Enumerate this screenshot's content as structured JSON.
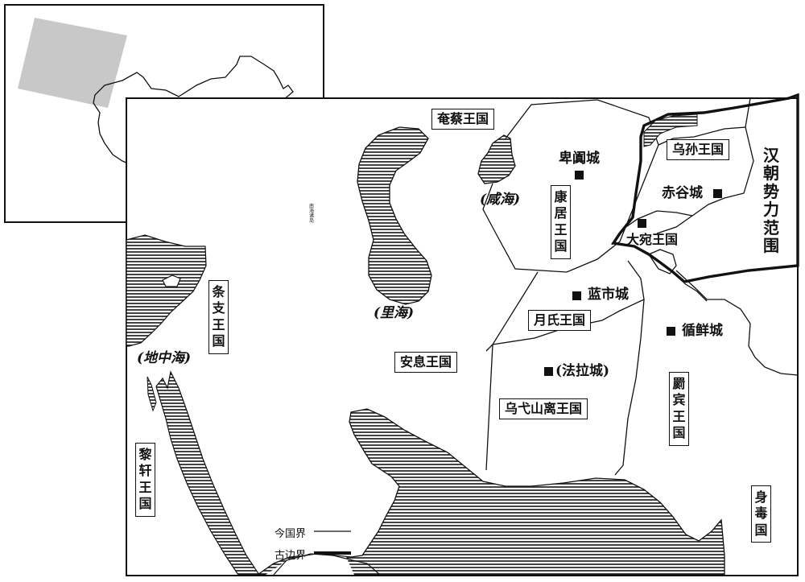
{
  "colors": {
    "ink": "#111111",
    "highlight": "#c8c8c8",
    "paper": "#ffffff"
  },
  "kingdoms": {
    "yancai": "奄蔡王国",
    "kangju": "康居王国",
    "wusun": "乌孙王国",
    "dawan": "大宛王国",
    "yuezhi": "月氏王国",
    "anxi": "安息王国",
    "wuyishanli": "乌弋山离王国",
    "tiaozhi": "条支王国",
    "lixuan": "黎轩王国",
    "jibin": "罽宾王国",
    "shendu": "身毒国"
  },
  "han_sphere": "汉朝势力范围",
  "cities": {
    "beitian": "卑阗城",
    "chigu": "赤谷城",
    "lanshi": "蓝市城",
    "xunxian": "循鲜城",
    "fala": "(法拉城)"
  },
  "seas": {
    "xianhai": "(咸海)",
    "lihai": "(里海)",
    "dizhonghai": "(地中海)"
  },
  "legend": {
    "modern_border": "今国界",
    "ancient_border": "古边界"
  },
  "inset": {
    "note": "南海诸岛"
  }
}
